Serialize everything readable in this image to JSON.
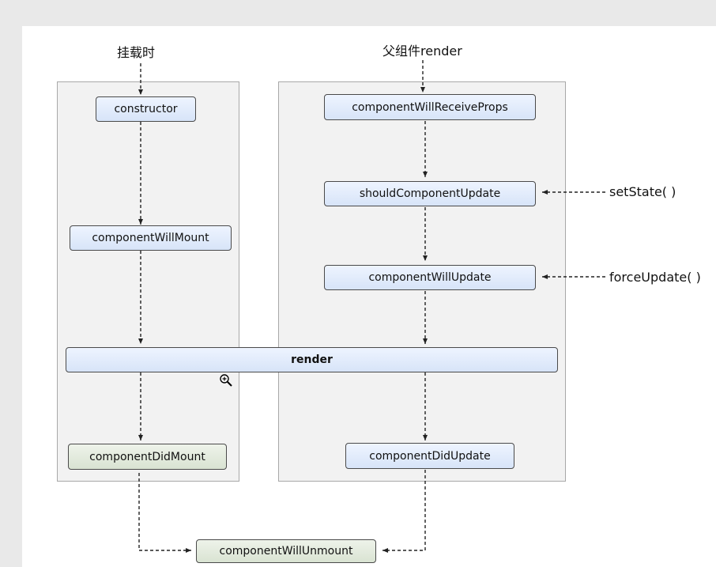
{
  "labels": {
    "mount_phase": "挂载时",
    "parent_render": "父组件render",
    "set_state": "setState( )",
    "force_update": "forceUpdate( )"
  },
  "nodes": {
    "constructor": "constructor",
    "component_will_mount": "componentWillMount",
    "render": "render",
    "component_did_mount": "componentDidMount",
    "component_will_receive_props": "componentWillReceiveProps",
    "should_component_update": "shouldComponentUpdate",
    "component_will_update": "componentWillUpdate",
    "component_did_update": "componentDidUpdate",
    "component_will_unmount": "componentWillUnmount"
  },
  "colors": {
    "node_fill": "#dce7f8",
    "terminal_node_fill": "#dde6d6",
    "panel_fill": "#f2f2f2",
    "connector": "#222222"
  },
  "icons": {
    "cursor": "zoom-in-cursor-icon"
  }
}
